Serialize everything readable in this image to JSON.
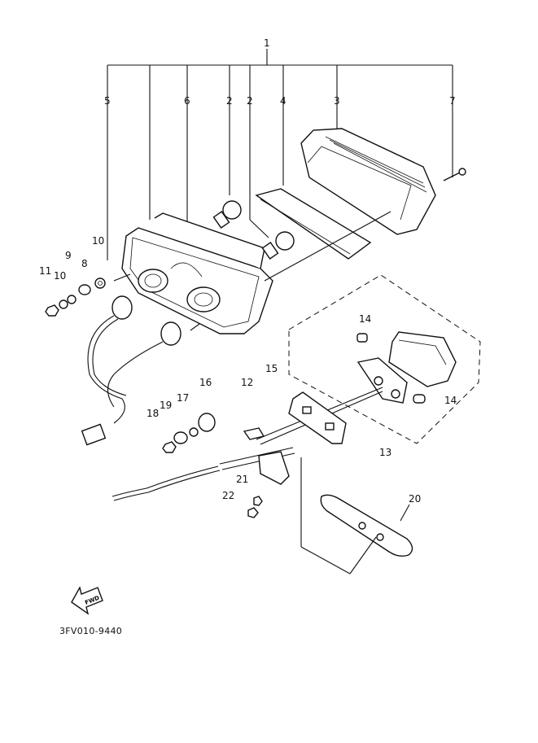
{
  "callouts": {
    "p1": "1",
    "p2a": "2",
    "p2b": "2",
    "p3": "3",
    "p4": "4",
    "p5": "5",
    "p6": "6",
    "p7": "7",
    "p8": "8",
    "p9": "9",
    "p10a": "10",
    "p10b": "10",
    "p11": "11",
    "p12": "12",
    "p13": "13",
    "p14a": "14",
    "p14b": "14",
    "p15": "15",
    "p16": "16",
    "p17": "17",
    "p18": "18",
    "p19": "19",
    "p20": "20",
    "p21": "21",
    "p22": "22"
  },
  "find_arrow": {
    "text": "FWD",
    "icon": "forward-arrow-icon"
  },
  "drawing_code": "3FV010-9440"
}
